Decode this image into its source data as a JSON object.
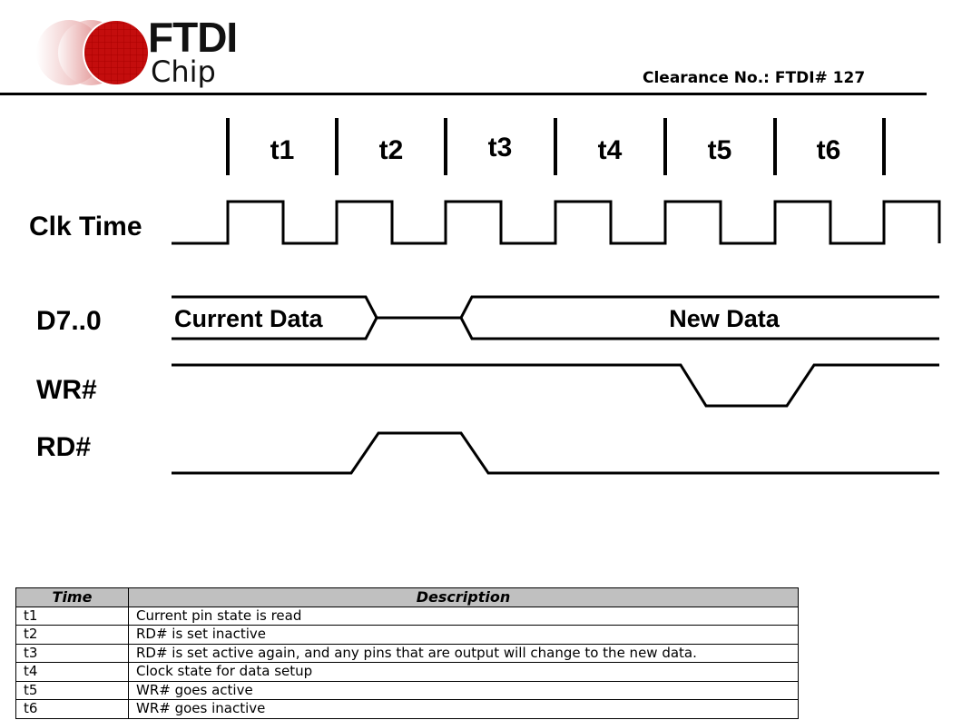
{
  "header": {
    "logo": {
      "line1": "FTDI",
      "line2": "Chip",
      "brand_color": "#cc0000"
    },
    "clearance": "Clearance No.: FTDI# 127"
  },
  "diagram": {
    "intervals": [
      "t1",
      "t2",
      "t3",
      "t4",
      "t5",
      "t6"
    ],
    "signals": {
      "clk": "Clk Time",
      "data": "D7..0",
      "wr": "WR#",
      "rd": "RD#"
    },
    "data_labels": {
      "current": "Current Data",
      "new": "New Data"
    }
  },
  "table": {
    "headers": [
      "Time",
      "Description"
    ],
    "rows": [
      {
        "time": "t1",
        "desc": "Current pin state is read"
      },
      {
        "time": "t2",
        "desc": "RD# is set inactive"
      },
      {
        "time": "t3",
        "desc": "RD# is set active again, and any pins that are output will change to the new data."
      },
      {
        "time": "t4",
        "desc": "Clock state for data setup"
      },
      {
        "time": "t5",
        "desc": "WR# goes active"
      },
      {
        "time": "t6",
        "desc": "WR# goes inactive"
      }
    ]
  }
}
